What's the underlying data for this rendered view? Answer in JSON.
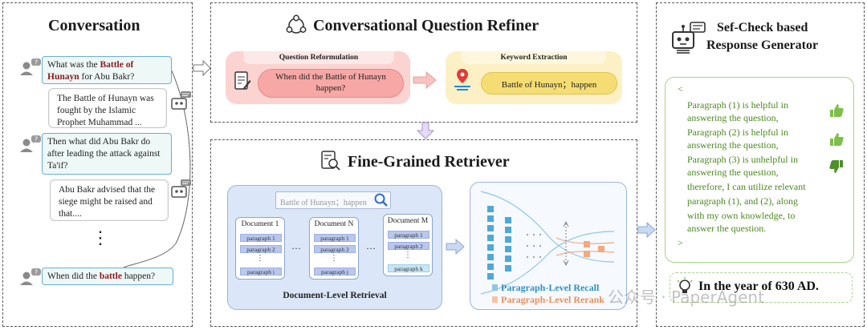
{
  "conversation": {
    "title": "Conversation",
    "turns": [
      {
        "role": "user",
        "pre": "What was the ",
        "hl": "Battle of Hunayn",
        "post": " for Abu Bakr?"
      },
      {
        "role": "bot",
        "text": "The Battle of Hunayn was fought by the Islamic Prophet Muhammad ..."
      },
      {
        "role": "user",
        "text": "Then what did Abu Bakr do after leading the attack against Ta'if?"
      },
      {
        "role": "bot",
        "text": "Abu Bakr advised that the siege might be raised and that...."
      },
      {
        "role": "user",
        "pre": "When did the ",
        "hl": "battle",
        "post": " happen?"
      }
    ],
    "vertical_dots": "⋮"
  },
  "refiner": {
    "title": "Conversational Question Refiner",
    "reformulation_label": "Question Reformulation",
    "reformulated_question": "When did the Battle of Hunayn happen?",
    "keyword_label": "Keyword Extraction",
    "keywords": "Battle of Hunayn；happen"
  },
  "retriever": {
    "title": "Fine-Grained Retriever",
    "search_query": "Battle of Hunayn；happen",
    "documents": [
      {
        "name": "Document 1",
        "paras": [
          "paragraph 1",
          "paragraph 2",
          "paragraph i"
        ]
      },
      {
        "name": "Document N",
        "paras": [
          "paragraph 1",
          "paragraph 2",
          "paragraph j"
        ]
      },
      {
        "name": "Document M",
        "paras": [
          "paragraph 1",
          "paragraph 2",
          "paragraph k"
        ]
      }
    ],
    "ellipsis": "···",
    "doc_level_label": "Document-Level Retrieval",
    "recall_label": "Paragraph-Level Recall",
    "rerank_label": "Paragraph-Level Rerank"
  },
  "generator": {
    "title_line1": "Sef-Check based",
    "title_line2": "Response Generator",
    "open_tag": "<",
    "close_tag": ">",
    "lines": [
      "Paragraph (1) is helpful in",
      "answering the question,",
      "Paragraph (2) is helpful in",
      "answering the question,",
      "Paragraph (3) is unhelpful in",
      "answering the question,",
      "therefore, I can utilize relevant",
      "paragraph (1), and (2), along",
      "with my own knowledge, to",
      "answer the question."
    ],
    "answer": "In the year of 630 AD."
  },
  "watermark": "公众号 · PaperAgent",
  "colors": {
    "user_bubble": "#eef8f7",
    "user_border": "#6aaed6",
    "reform_bg": "#fbd3d0",
    "keyword_bg": "#fdf0c4",
    "retriever_bg": "#dbe7f8",
    "generator_border": "#8bc34a",
    "generator_text": "#4a8a1f",
    "recall": "#4ea8d8",
    "rerank": "#f0a070"
  }
}
